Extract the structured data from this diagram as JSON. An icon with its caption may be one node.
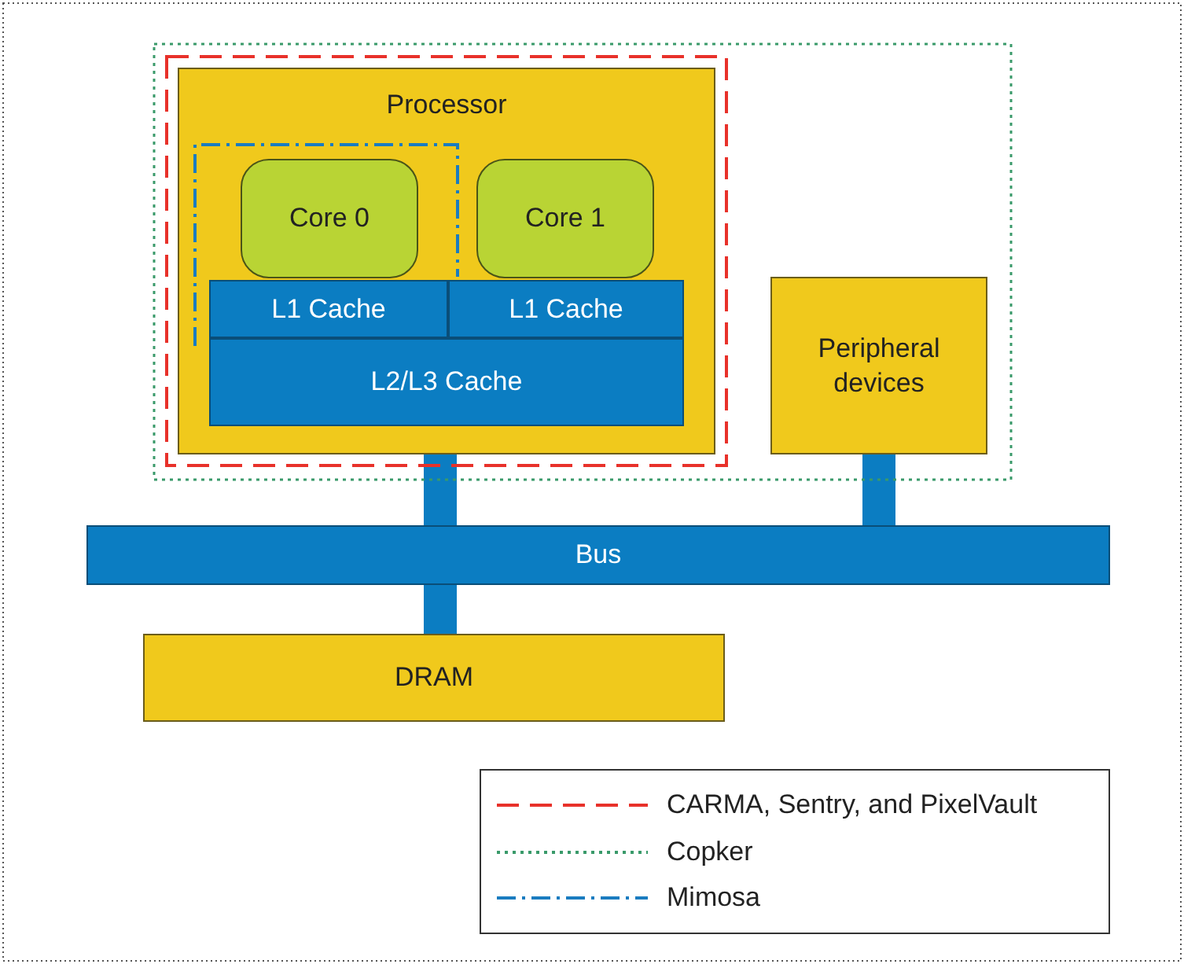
{
  "diagram": {
    "nodes": [
      {
        "text": [
          "Processor"
        ]
      },
      {
        "text": [
          "Core 0"
        ],
        "in": 0
      },
      {
        "text": [
          "Core 1"
        ],
        "in": 0
      },
      {
        "text": [
          "L1 Cache"
        ],
        "in": 0
      },
      {
        "text": [
          "L1 Cache"
        ],
        "in": 0
      },
      {
        "text": [
          "L2/L3 Cache"
        ],
        "in": 0
      },
      {
        "text": [
          "Peripheral devices"
        ]
      },
      {
        "text": [
          "Bus"
        ]
      },
      {
        "text": [
          "DRAM"
        ]
      }
    ],
    "edges": [
      {
        "from": 0,
        "to": 7,
        "arrow": "none"
      },
      {
        "from": 6,
        "to": 7,
        "arrow": "none"
      },
      {
        "from": 7,
        "to": 8,
        "arrow": "none"
      }
    ],
    "legend": [
      {
        "text": "CARMA, Sentry, and PixelVault"
      },
      {
        "text": "Copker"
      },
      {
        "text": "Mimosa"
      }
    ]
  }
}
